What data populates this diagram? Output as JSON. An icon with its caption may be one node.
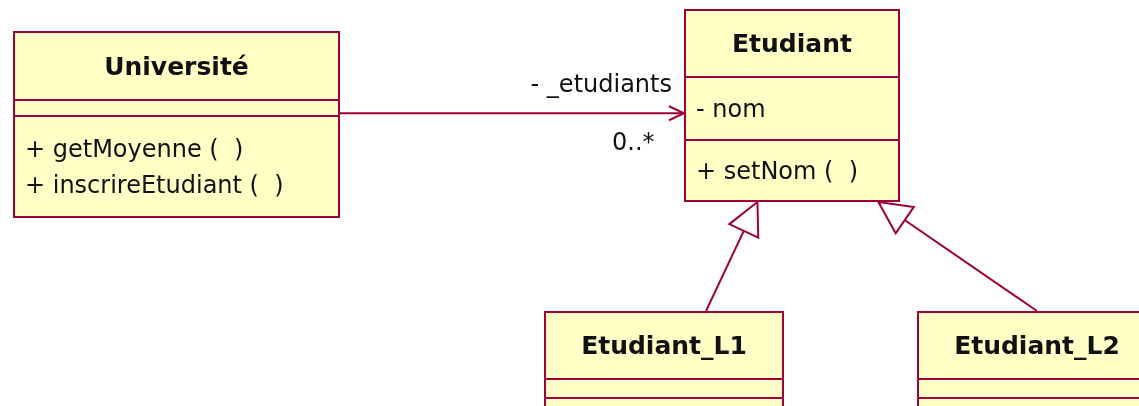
{
  "diagram": {
    "nodes": [
      {
        "text": [
          "Université",
          "+ getMoyenne (  )",
          "+ inscrireEtudiant (  )"
        ]
      },
      {
        "text": [
          "Etudiant",
          "- nom",
          "+ setNom (  )"
        ]
      },
      {
        "text": [
          "Etudiant_L1"
        ]
      },
      {
        "text": [
          "Etudiant_L2"
        ]
      }
    ],
    "edges": [
      {
        "from": 0,
        "to": 1,
        "arrow": "to",
        "label": "- _etudiants"
      },
      {
        "from": 2,
        "to": 1,
        "arrow": "to"
      },
      {
        "from": 3,
        "to": 1,
        "arrow": "to"
      }
    ],
    "labels": [
      "0..*"
    ]
  }
}
